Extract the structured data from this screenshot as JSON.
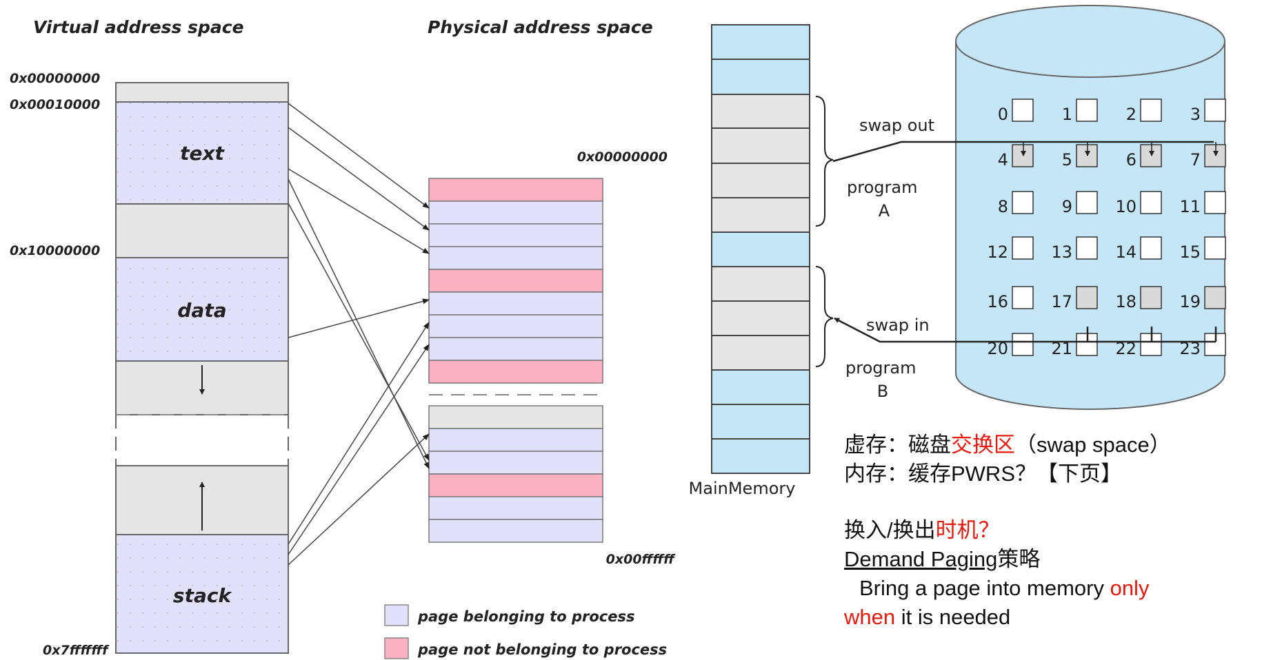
{
  "left": {
    "virtual_title": "Virtual address space",
    "physical_title": "Physical address space",
    "addr_v0": "0x00000000",
    "addr_v1": "0x00010000",
    "addr_v2": "0x10000000",
    "addr_v3": "0x7fffffff",
    "addr_p0": "0x00000000",
    "addr_p1": "0x00ffffff",
    "seg_text": "text",
    "seg_data": "data",
    "seg_stack": "stack",
    "legend_belong": "page belonging to process",
    "legend_not_belong": "page not belonging to process"
  },
  "right": {
    "swap_out": "swap out",
    "swap_in": "swap in",
    "program_a_1": "program",
    "program_a_2": "A",
    "program_b_1": "program",
    "program_b_2": "B",
    "main_memory": "MainMemory",
    "disk_pages": [
      [
        "0",
        "1",
        "2",
        "3"
      ],
      [
        "4",
        "5",
        "6",
        "7"
      ],
      [
        "8",
        "9",
        "10",
        "11"
      ],
      [
        "12",
        "13",
        "14",
        "15"
      ],
      [
        "16",
        "17",
        "18",
        "19"
      ],
      [
        "20",
        "21",
        "22",
        "23"
      ]
    ]
  },
  "notes": {
    "line1_a": "虚存：磁盘",
    "line1_red": "交换区",
    "line1_b": "（swap space）",
    "line2": "内存：缓存PWRS？【下页】",
    "line3_a": "换入/换出",
    "line3_red": "时机？",
    "line4_ul": "Demand Paging",
    "line4_b": "策略",
    "line5_a": "Bring a page into memory ",
    "line5_red1": "only",
    "line6_red": "when",
    "line6_b": " it is needed"
  },
  "colors": {
    "virtual_page": "#e1e1fb",
    "physical_page": "#e1e1fb",
    "not_belong": "#fbb1c1",
    "unused": "#e6e6e6",
    "memory_blue": "#c5e6f7",
    "disk_blue": "#c5e6f7",
    "swapped_page": "#d9d9d9"
  }
}
